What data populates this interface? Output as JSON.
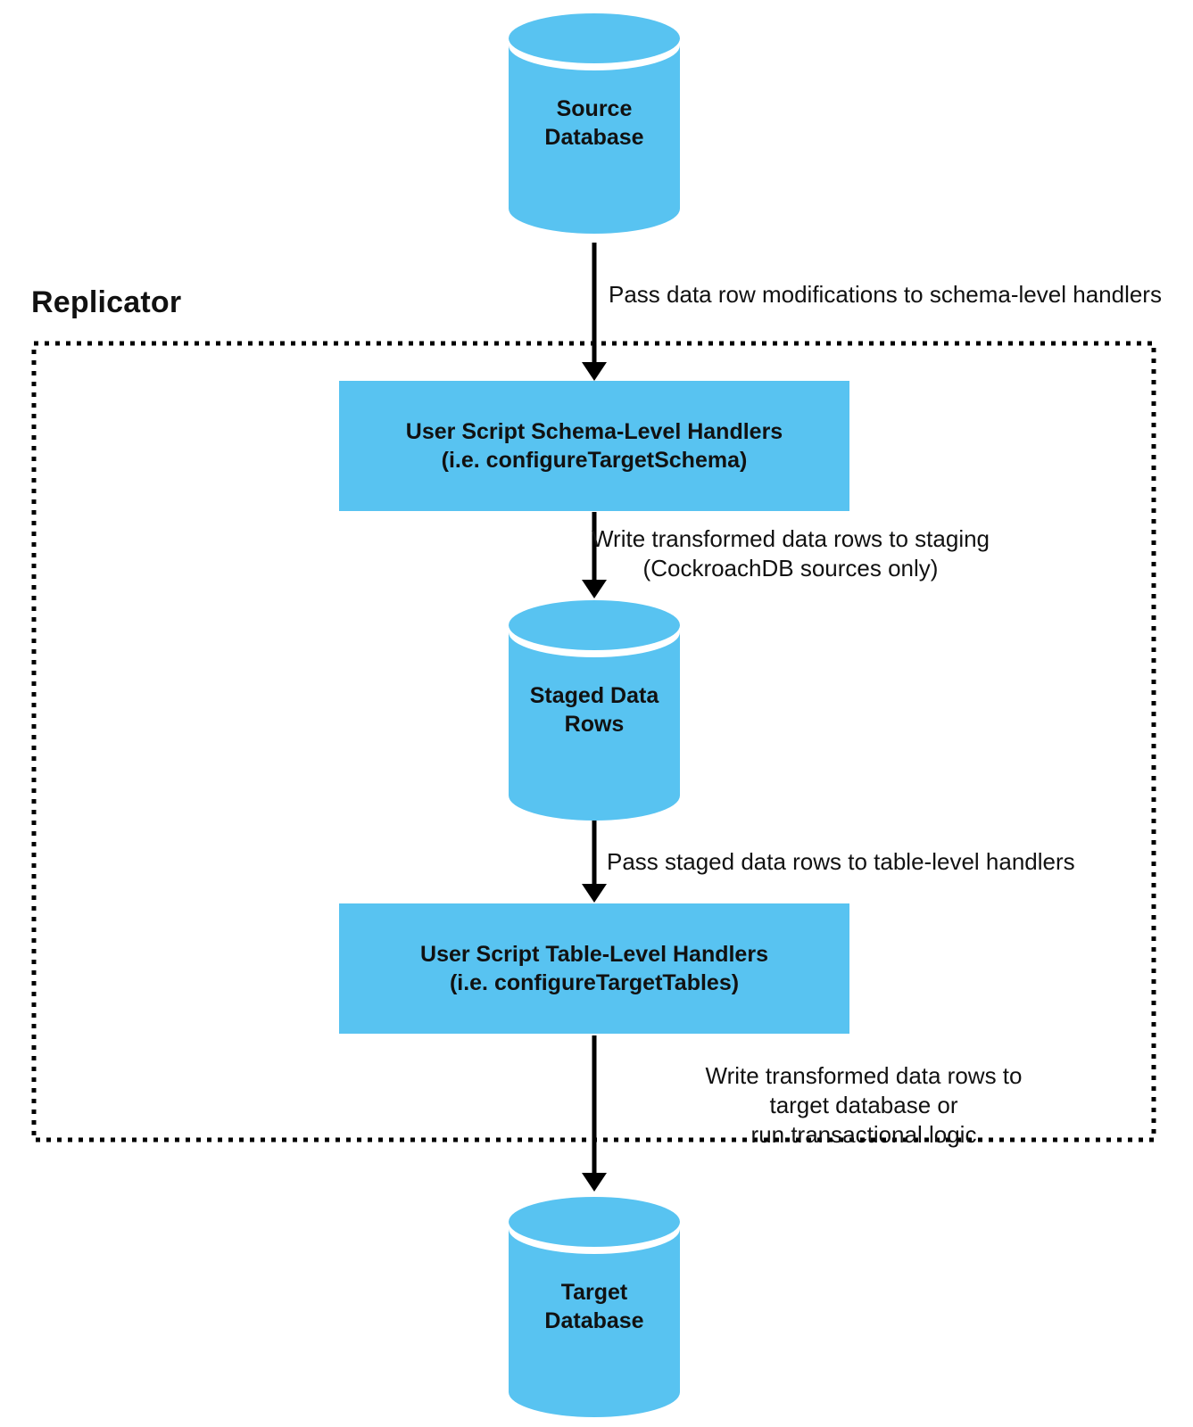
{
  "theme": {
    "node-fill": "#58C3F1",
    "line-color": "#000000",
    "text-color": "#111111",
    "background": "#FFFFFF"
  },
  "diagram": {
    "region": {
      "label": "Replicator"
    },
    "nodes": {
      "source_db": {
        "label": "Source\nDatabase",
        "shape": "cylinder"
      },
      "schema_handlers": {
        "label": "User Script Schema-Level Handlers\n(i.e. configureTargetSchema)",
        "shape": "rect"
      },
      "staged_rows": {
        "label": "Staged Data\nRows",
        "shape": "cylinder"
      },
      "table_handlers": {
        "label": "User Script Table-Level Handlers\n(i.e. configureTargetTables)",
        "shape": "rect"
      },
      "target_db": {
        "label": "Target\nDatabase",
        "shape": "cylinder"
      }
    },
    "edges": [
      {
        "from": "source_db",
        "to": "schema_handlers",
        "label": "Pass data row modifications to schema-level handlers"
      },
      {
        "from": "schema_handlers",
        "to": "staged_rows",
        "label": "Write transformed data rows to staging\n(CockroachDB sources only)"
      },
      {
        "from": "staged_rows",
        "to": "table_handlers",
        "label": "Pass staged data rows to table-level handlers"
      },
      {
        "from": "table_handlers",
        "to": "target_db",
        "label": "Write transformed data rows to target database or\nrun transactional logic"
      }
    ]
  }
}
